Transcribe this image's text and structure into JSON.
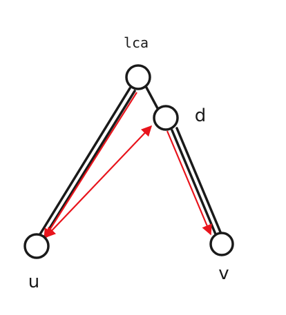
{
  "colors": {
    "edge": "#1a1a1a",
    "arrow": "#e8141c",
    "node_fill": "#ffffff"
  },
  "nodes": {
    "lca": {
      "label": "lca"
    },
    "d": {
      "label": "d"
    },
    "u": {
      "label": "u"
    },
    "v": {
      "label": "v"
    }
  }
}
